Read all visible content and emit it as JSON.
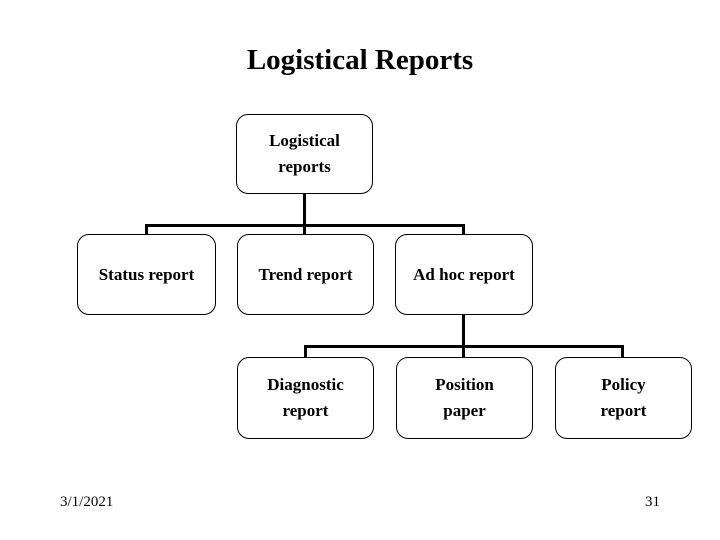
{
  "slide": {
    "title": "Logistical Reports",
    "footer": {
      "date": "3/1/2021",
      "page_number": "31"
    }
  },
  "diagram": {
    "type": "hierarchy",
    "root": {
      "id": "logistical-reports",
      "lines": [
        "Logistical",
        "reports"
      ]
    },
    "level2": [
      {
        "id": "status-report",
        "lines": [
          "Status report"
        ],
        "parent": "logistical-reports"
      },
      {
        "id": "trend-report",
        "lines": [
          "Trend report"
        ],
        "parent": "logistical-reports"
      },
      {
        "id": "ad-hoc-report",
        "lines": [
          "Ad hoc report"
        ],
        "parent": "logistical-reports"
      }
    ],
    "level3": [
      {
        "id": "diagnostic-report",
        "lines": [
          "Diagnostic",
          "report"
        ],
        "parent": "ad-hoc-report"
      },
      {
        "id": "position-paper",
        "lines": [
          "Position",
          "paper"
        ],
        "parent": "ad-hoc-report"
      },
      {
        "id": "policy-report",
        "lines": [
          "Policy",
          "report"
        ],
        "parent": "ad-hoc-report"
      }
    ]
  },
  "colors": {
    "background": "#ffffff",
    "box_fill": "#ffffff",
    "box_border": "#000000",
    "connector_line": "#000000",
    "text": "#000000"
  }
}
